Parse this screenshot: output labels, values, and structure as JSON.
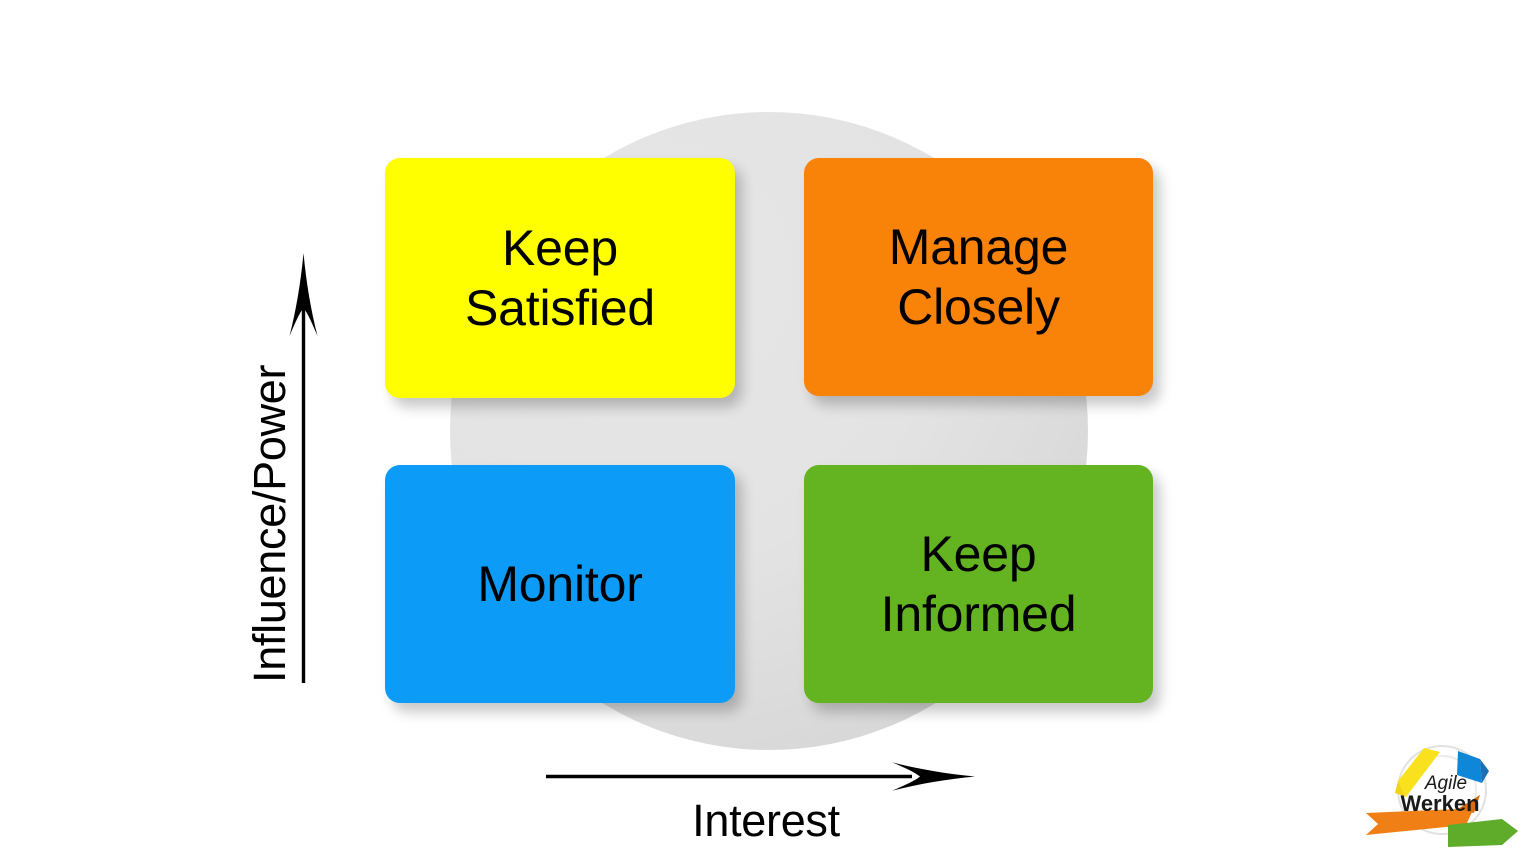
{
  "diagram": {
    "type": "stakeholder-power-interest-matrix",
    "axes": {
      "y_label": "Influence/Power",
      "y_icon": "arrow-up-icon",
      "x_label": "Interest",
      "x_icon": "arrow-right-icon"
    },
    "background_shape": "circle",
    "background_color": "#e3e3e3",
    "quadrants": [
      {
        "id": "keep-satisfied",
        "label": "Keep\nSatisfied",
        "line1": "Keep",
        "line2": "Satisfied",
        "color": "#ffff00",
        "text_color": "#000000",
        "position": "top-left",
        "power": "high",
        "interest": "low"
      },
      {
        "id": "manage-closely",
        "label": "Manage\nClosely",
        "line1": "Manage",
        "line2": "Closely",
        "color": "#f98208",
        "text_color": "#000000",
        "position": "top-right",
        "power": "high",
        "interest": "high"
      },
      {
        "id": "monitor",
        "label": "Monitor",
        "line1": "Monitor",
        "line2": "",
        "color": "#0c9bf7",
        "text_color": "#000000",
        "position": "bottom-left",
        "power": "low",
        "interest": "low"
      },
      {
        "id": "keep-informed",
        "label": "Keep\nInformed",
        "line1": "Keep",
        "line2": "Informed",
        "color": "#64b421",
        "text_color": "#000000",
        "position": "bottom-right",
        "power": "low",
        "interest": "high"
      }
    ]
  },
  "logo": {
    "name": "agile-werken-logo",
    "line1": "Agile",
    "line2": "Werken",
    "colors": {
      "yellow": "#f9e11e",
      "blue": "#0f87d8",
      "orange": "#f07f16",
      "green": "#5fab2a",
      "text": "#1a1a1a"
    }
  }
}
